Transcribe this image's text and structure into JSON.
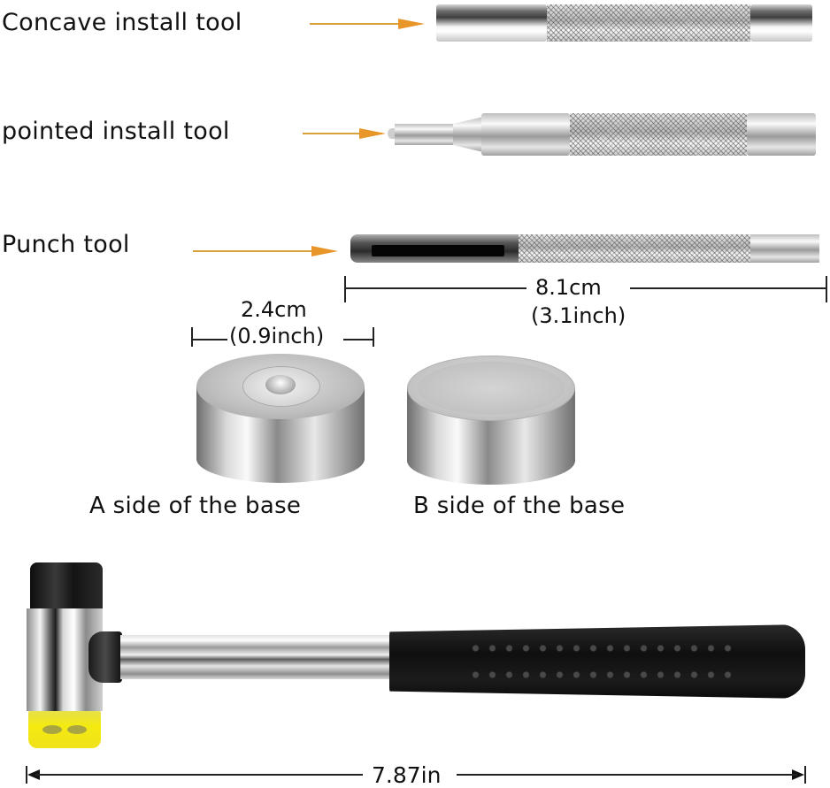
{
  "tools": [
    {
      "label": "Concave install tool",
      "icon": "concave-install-tool"
    },
    {
      "label": "pointed install tool",
      "icon": "pointed-install-tool"
    },
    {
      "label": "Punch tool",
      "icon": "punch-tool"
    }
  ],
  "punch_dimension": {
    "metric": "8.1cm",
    "imperial": "(3.1inch)"
  },
  "base_dimension": {
    "metric": "2.4cm",
    "imperial": "(0.9inch)"
  },
  "bases": [
    {
      "label": "A side of the base"
    },
    {
      "label": "B side of the base"
    }
  ],
  "hammer_dimension": {
    "value": "7.87in"
  },
  "colors": {
    "arrow": "#e8962a",
    "hammer_yellow": "#f2e616",
    "hammer_black": "#1a1a1a",
    "text": "#111111"
  }
}
